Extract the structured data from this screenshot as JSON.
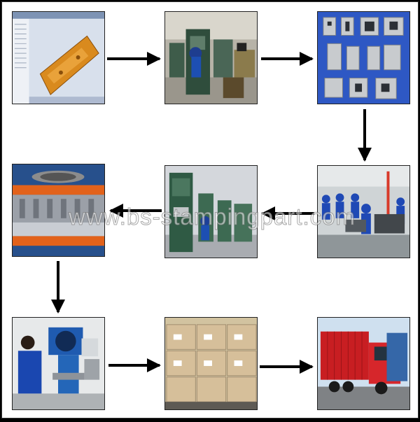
{
  "diagram": {
    "steps": [
      {
        "id": "cad-design",
        "icon": "cad-drawing-photo"
      },
      {
        "id": "wire-cutting-workshop",
        "icon": "workshop-machines-photo"
      },
      {
        "id": "die-inserts",
        "icon": "die-parts-photo"
      },
      {
        "id": "die-assembly-workshop",
        "icon": "assembly-workers-photo"
      },
      {
        "id": "punch-press",
        "icon": "punch-press-photo"
      },
      {
        "id": "stamping-die",
        "icon": "stamping-die-closeup-photo"
      },
      {
        "id": "quality-inspection",
        "icon": "profile-projector-photo"
      },
      {
        "id": "packaging",
        "icon": "packed-cartons-photo"
      },
      {
        "id": "shipping",
        "icon": "red-truck-photo"
      }
    ],
    "flow": [
      "step-1 to step-2",
      "step-2 to step-3",
      "step-3 to step-4",
      "step-4 to step-5",
      "step-5 to step-6",
      "step-6 to step-7",
      "step-7 to step-8",
      "step-8 to step-9"
    ],
    "watermark": "www.bs-stampingpart.com",
    "colors": {
      "background": "#000000",
      "panel": "#ffffff",
      "arrow": "#000000",
      "steel_blue": "#1f49b5",
      "truck_red": "#c81e22",
      "press_orange": "#e2621b"
    }
  }
}
